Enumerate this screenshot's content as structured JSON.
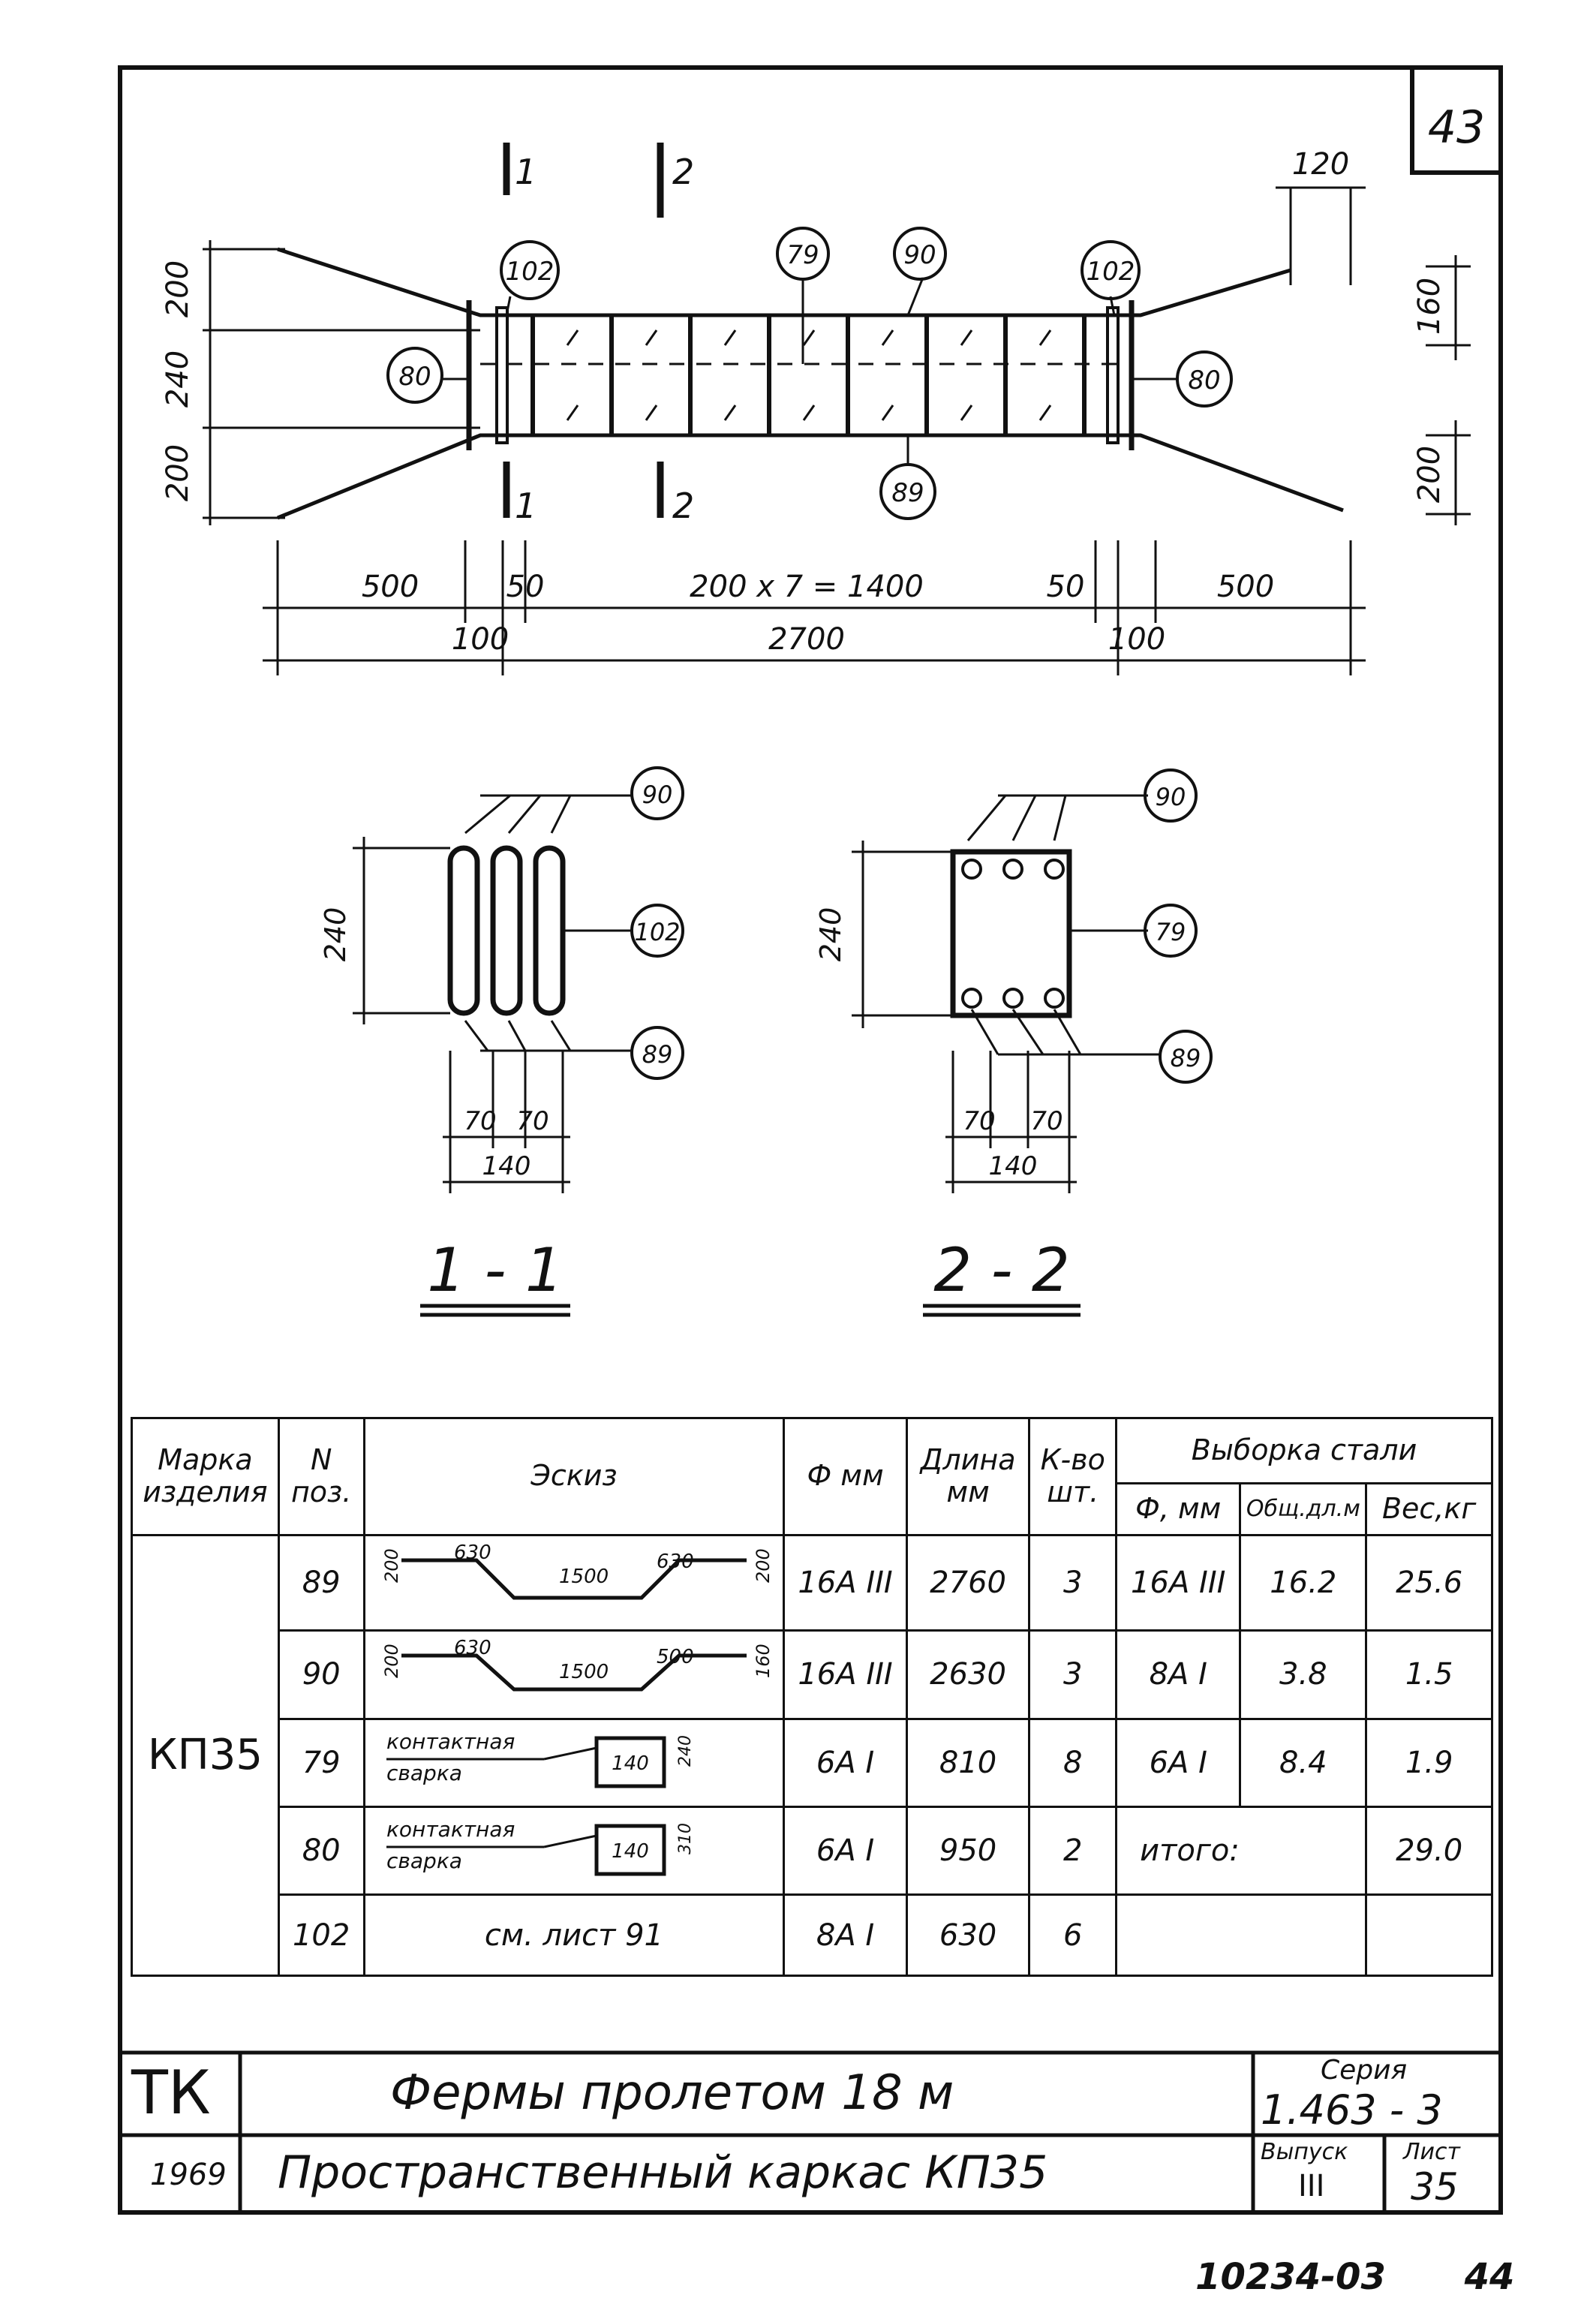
{
  "sheet_corner_number": "43",
  "elevation": {
    "section_marks": [
      "1",
      "2",
      "1",
      "2"
    ],
    "bubbles": {
      "p102_left": "102",
      "p79": "79",
      "p90": "90",
      "p102_right": "102",
      "p80_left": "80",
      "p80_right": "80",
      "p89": "89"
    },
    "dims_left": [
      "200",
      "240",
      "200"
    ],
    "dims_right": [
      "120",
      "160",
      "200"
    ],
    "dims_row1": [
      "500",
      "50",
      "200 x 7 = 1400",
      "50",
      "500"
    ],
    "dims_row2": [
      "100",
      "2700",
      "100"
    ]
  },
  "sections": {
    "s11": {
      "b90": "90",
      "b102": "102",
      "b89": "89",
      "h": "240",
      "w1": "70",
      "w2": "70",
      "total": "140",
      "title": "1 - 1"
    },
    "s22": {
      "b90": "90",
      "b79": "79",
      "b89": "89",
      "h": "240",
      "w1": "70",
      "w2": "70",
      "total": "140",
      "title": "2 - 2"
    }
  },
  "spec_table": {
    "headers": {
      "mark": "Марка изделия",
      "pos": "N поз.",
      "sketch": "Эскиз",
      "dia": "Ф мм",
      "length": "Длина мм",
      "qty": "К-во шт.",
      "steel": "Выборка стали",
      "steel_dia": "Ф, мм",
      "steel_total": "Общ.дл.м",
      "steel_weight": "Вес,кг"
    },
    "mark_value": "КП35",
    "rows": [
      {
        "pos": "89",
        "sketch": {
          "a": "200",
          "b": "630",
          "c": "1500",
          "d": "630",
          "e": "200"
        },
        "dia": "16А III",
        "length": "2760",
        "qty": "3"
      },
      {
        "pos": "90",
        "sketch": {
          "a": "200",
          "b": "630",
          "c": "1500",
          "d": "500",
          "e": "160"
        },
        "dia": "16А III",
        "length": "2630",
        "qty": "3"
      },
      {
        "pos": "79",
        "sketch": {
          "note1": "контактная",
          "note2": "сварка",
          "w": "140",
          "h": "240"
        },
        "dia": "6А I",
        "length": "810",
        "qty": "8"
      },
      {
        "pos": "80",
        "sketch": {
          "note1": "контактная",
          "note2": "сварка",
          "w": "140",
          "h": "310"
        },
        "dia": "6А I",
        "length": "950",
        "qty": "2"
      },
      {
        "pos": "102",
        "sketch": {
          "ref": "см. лист 91"
        },
        "dia": "8А I",
        "length": "630",
        "qty": "6"
      }
    ],
    "steel_rows": [
      {
        "dia": "16А III",
        "total": "16.2",
        "weight": "25.6"
      },
      {
        "dia": "8А I",
        "total": "3.8",
        "weight": "1.5"
      },
      {
        "dia": "6А I",
        "total": "8.4",
        "weight": "1.9"
      }
    ],
    "total_label": "итого:",
    "total_weight": "29.0"
  },
  "title_block": {
    "org": "ТК",
    "year": "1969",
    "title": "Фермы пролетом 18 м",
    "subtitle": "Пространственный каркас КП35",
    "series_label": "Серия",
    "series_value": "1.463 - 3",
    "issue_label": "Выпуск",
    "issue_value": "III",
    "sheet_label": "Лист",
    "sheet_value": "35"
  },
  "footer": {
    "inventory": "10234-03",
    "page": "44"
  }
}
